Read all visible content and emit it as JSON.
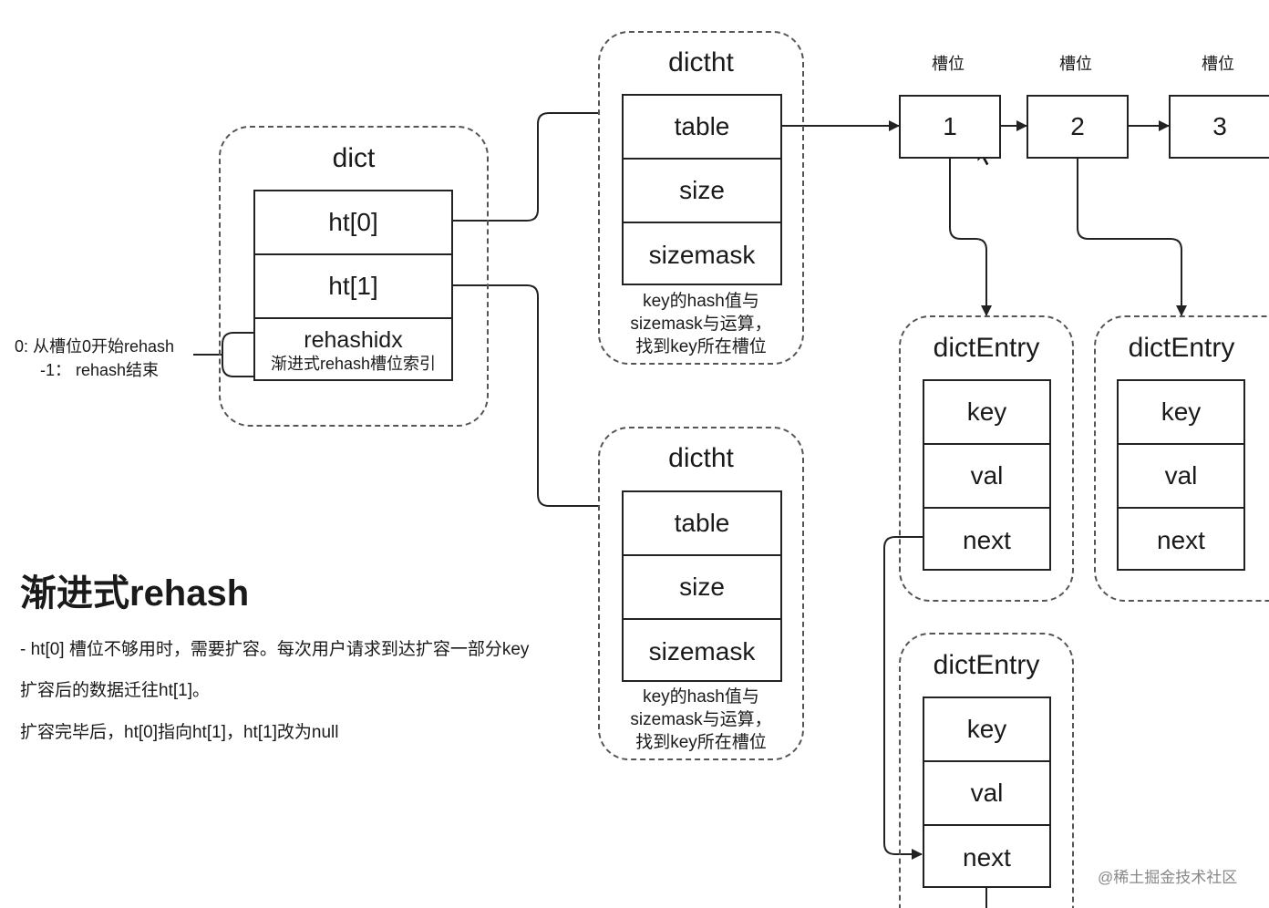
{
  "dict": {
    "title": "dict",
    "fields": [
      "ht[0]",
      "ht[1]"
    ],
    "rehashidx": "rehashidx",
    "rehashidx_desc": "渐进式rehash槽位索引"
  },
  "rehash_note": {
    "line1": "0: 从槽位0开始rehash",
    "line2": "-1： rehash结束"
  },
  "dictht_top": {
    "title": "dictht",
    "fields": [
      "table",
      "size",
      "sizemask"
    ],
    "note": [
      "key的hash值与",
      "sizemask与运算，",
      "找到key所在槽位"
    ]
  },
  "dictht_bottom": {
    "title": "dictht",
    "fields": [
      "table",
      "size",
      "sizemask"
    ],
    "note": [
      "key的hash值与",
      "sizemask与运算，",
      "找到key所在槽位"
    ]
  },
  "slots": [
    {
      "label": "槽位",
      "value": "1"
    },
    {
      "label": "槽位",
      "value": "2"
    },
    {
      "label": "槽位",
      "value": "3"
    }
  ],
  "entries": [
    {
      "title": "dictEntry",
      "fields": [
        "key",
        "val",
        "next"
      ]
    },
    {
      "title": "dictEntry",
      "fields": [
        "key",
        "val",
        "next"
      ]
    },
    {
      "title": "dictEntry",
      "fields": [
        "key",
        "val",
        "next"
      ]
    }
  ],
  "heading": "渐进式rehash",
  "body_lines": [
    "- ht[0] 槽位不够用时，需要扩容。每次用户请求到达扩容一部分key",
    "扩容后的数据迁往ht[1]。",
    "扩容完毕后，ht[0]指向ht[1]，ht[1]改为null"
  ],
  "watermark": "@稀土掘金技术社区"
}
